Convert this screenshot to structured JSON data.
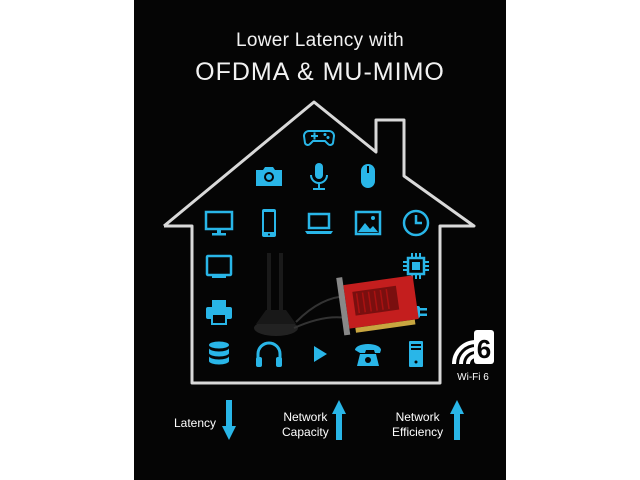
{
  "title": {
    "line1": "Lower Latency with",
    "line2": "OFDMA & MU-MIMO"
  },
  "badge": {
    "number": "6",
    "label": "Wi-Fi 6"
  },
  "stats": [
    {
      "label_line1": "Latency",
      "label_line2": "",
      "direction": "down"
    },
    {
      "label_line1": "Network",
      "label_line2": "Capacity",
      "direction": "up"
    },
    {
      "label_line1": "Network",
      "label_line2": "Efficiency",
      "direction": "up"
    }
  ],
  "colors": {
    "background": "#050505",
    "house_outline": "#d9d9d9",
    "icon_accent": "#29b6e8",
    "text": "#f2f2f2"
  },
  "icons": [
    "gamepad-icon",
    "camera-icon",
    "microphone-icon",
    "mouse-icon",
    "monitor-icon",
    "smartphone-icon",
    "laptop-icon",
    "picture-icon",
    "clock-icon",
    "tablet-icon",
    "cpu-chip-icon",
    "printer-icon",
    "plug-icon",
    "database-icon",
    "headphones-icon",
    "play-icon",
    "telephone-icon",
    "pc-tower-icon"
  ]
}
